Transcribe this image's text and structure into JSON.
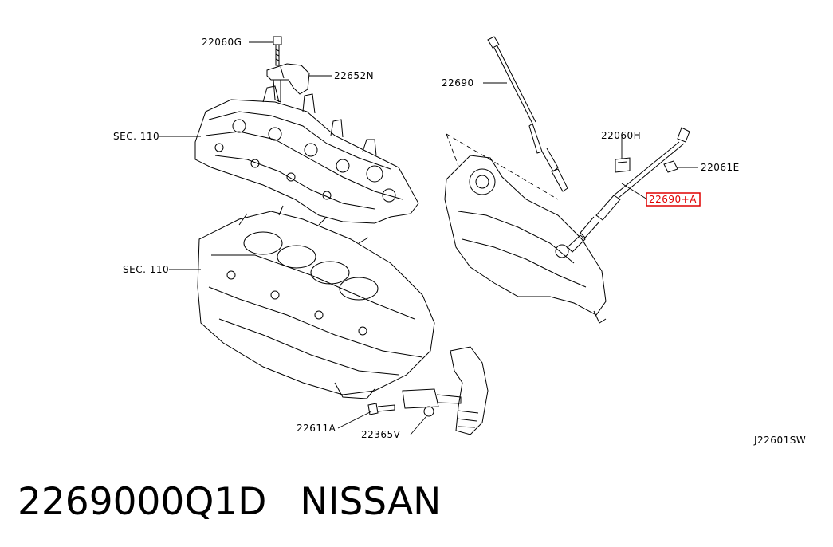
{
  "callouts": {
    "c22060g": "22060G",
    "c22652n": "22652N",
    "sec110_head": "SEC. 110",
    "sec110_block": "SEC. 110",
    "c22690": "22690",
    "c22060h": "22060H",
    "c22061e": "22061E",
    "c22690a": "22690+A",
    "c22611a": "22611A",
    "c22365v": "22365V",
    "diagram_code": "J22601SW"
  },
  "highlight_color": "#e00000",
  "caption": {
    "part_number": "2269000Q1D",
    "brand": "NISSAN"
  }
}
